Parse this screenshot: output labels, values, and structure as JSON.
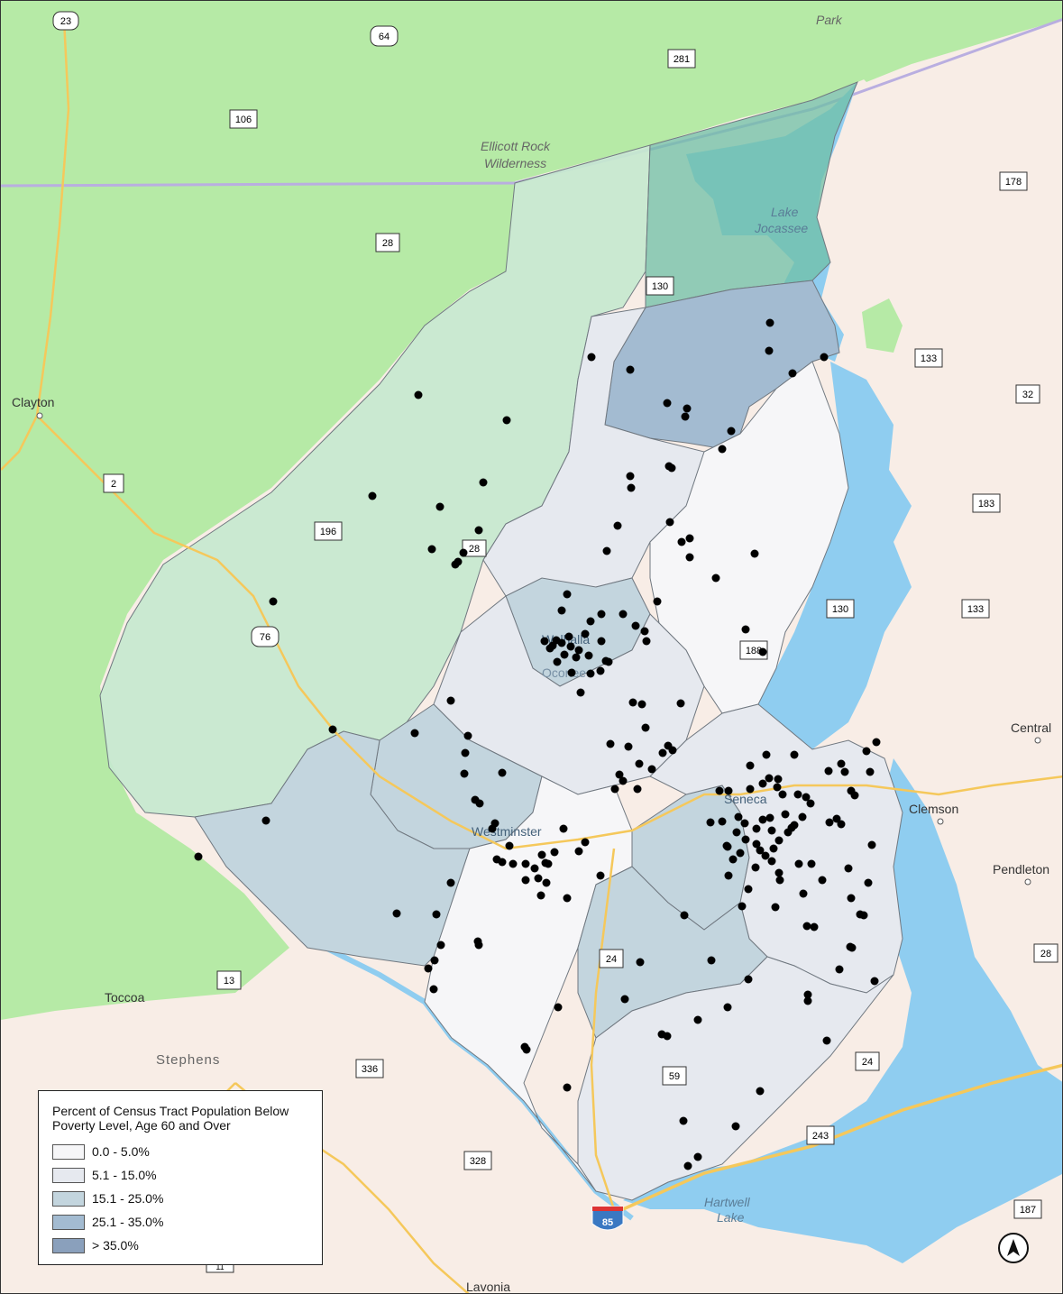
{
  "legend": {
    "title": "Percent of Census Tract Population Below Poverty Level, Age 60 and Over",
    "classes": [
      {
        "label": "0.0 - 5.0%",
        "color": "#f6f6f8"
      },
      {
        "label": "5.1 - 15.0%",
        "color": "#e6e9ef"
      },
      {
        "label": "15.1 - 25.0%",
        "color": "#c3d5de"
      },
      {
        "label": "25.1 - 35.0%",
        "color": "#a3bbd1"
      },
      {
        "label": "> 35.0%",
        "color": "#8aa0bc"
      }
    ]
  },
  "places": {
    "clayton": "Clayton",
    "toccoa": "Toccoa",
    "stephens": "Stephens",
    "clemson": "Clemson",
    "central": "Central",
    "pendleton": "Pendleton",
    "lavonia": "Lavonia",
    "walhalla": "Walhalla",
    "oconee": "Oconee",
    "seneca": "Seneca",
    "westminster": "Westminster",
    "ellicott_1": "Ellicott Rock",
    "ellicott_2": "Wilderness",
    "lake_jocassee_1": "Lake",
    "lake_jocassee_2": "Jocassee",
    "lake_hartwell_1": "Hartwell",
    "lake_hartwell_2": "Lake",
    "park": "Park"
  },
  "shields": {
    "s23": "23",
    "s64": "64",
    "s281": "281",
    "s106": "106",
    "s178": "178",
    "s28a": "28",
    "s130a": "130",
    "s133a": "133",
    "s32": "32",
    "s2": "2",
    "s196": "196",
    "s28b": "28",
    "s183": "183",
    "s130b": "130",
    "s133b": "133",
    "s76": "76",
    "s188": "188",
    "s28c": "28",
    "s24a": "24",
    "s13": "13",
    "s336": "336",
    "s24b": "24",
    "s59": "59",
    "s243": "243",
    "s328": "328",
    "s85": "85",
    "s187": "187",
    "s11": "11"
  },
  "colors": {
    "national_forest": "#b6eaa6",
    "forest_in_county": "#c6e8cf",
    "water": "#8fcdf0",
    "land": "#f8ede6",
    "road": "#f5c85b",
    "marker": "#000000"
  }
}
